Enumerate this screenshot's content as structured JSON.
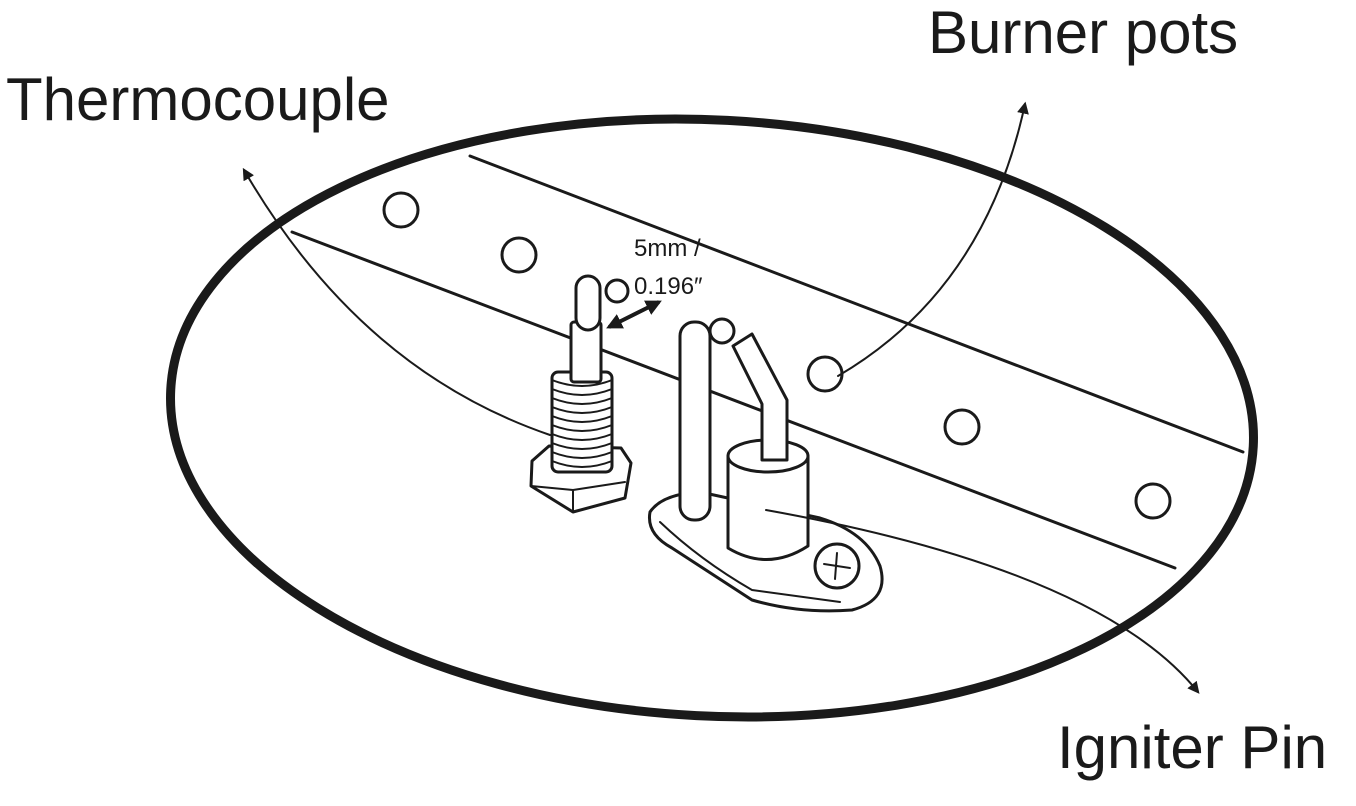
{
  "labels": {
    "thermocouple": "Thermocouple",
    "burner_pots": "Burner pots",
    "igniter_pin": "Igniter Pin"
  },
  "dimension": {
    "metric": "5mm /",
    "imperial": "0.196″"
  },
  "colors": {
    "line": "#1a1a1a",
    "background": "#ffffff"
  }
}
